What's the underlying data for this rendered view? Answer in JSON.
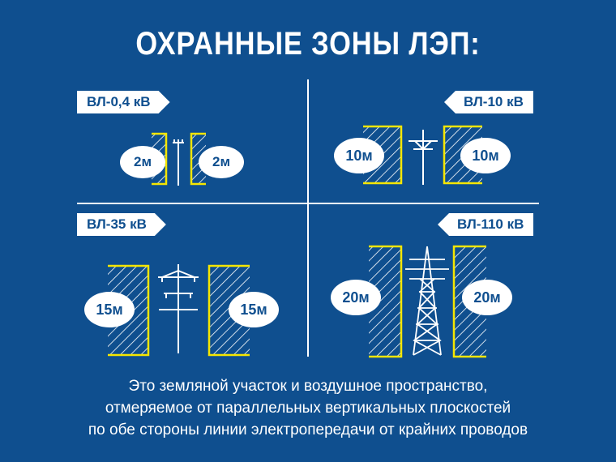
{
  "title": "ОХРАННЫЕ ЗОНЫ ЛЭП:",
  "zones": [
    {
      "line": "ВЛ-0,4 кВ",
      "distance": "2м"
    },
    {
      "line": "ВЛ-10 кВ",
      "distance": "10м"
    },
    {
      "line": "ВЛ-35 кВ",
      "distance": "15м"
    },
    {
      "line": "ВЛ-110 кВ",
      "distance": "20м"
    }
  ],
  "description": [
    "Это земляной участок и воздушное пространство,",
    "отмеряемое от параллельных вертикальных плоскостей",
    "по обе стороны линии электропередачи от крайних проводов"
  ],
  "colors": {
    "background": "#0f4f8f",
    "accent": "#f5e600",
    "line": "#ffffff"
  }
}
